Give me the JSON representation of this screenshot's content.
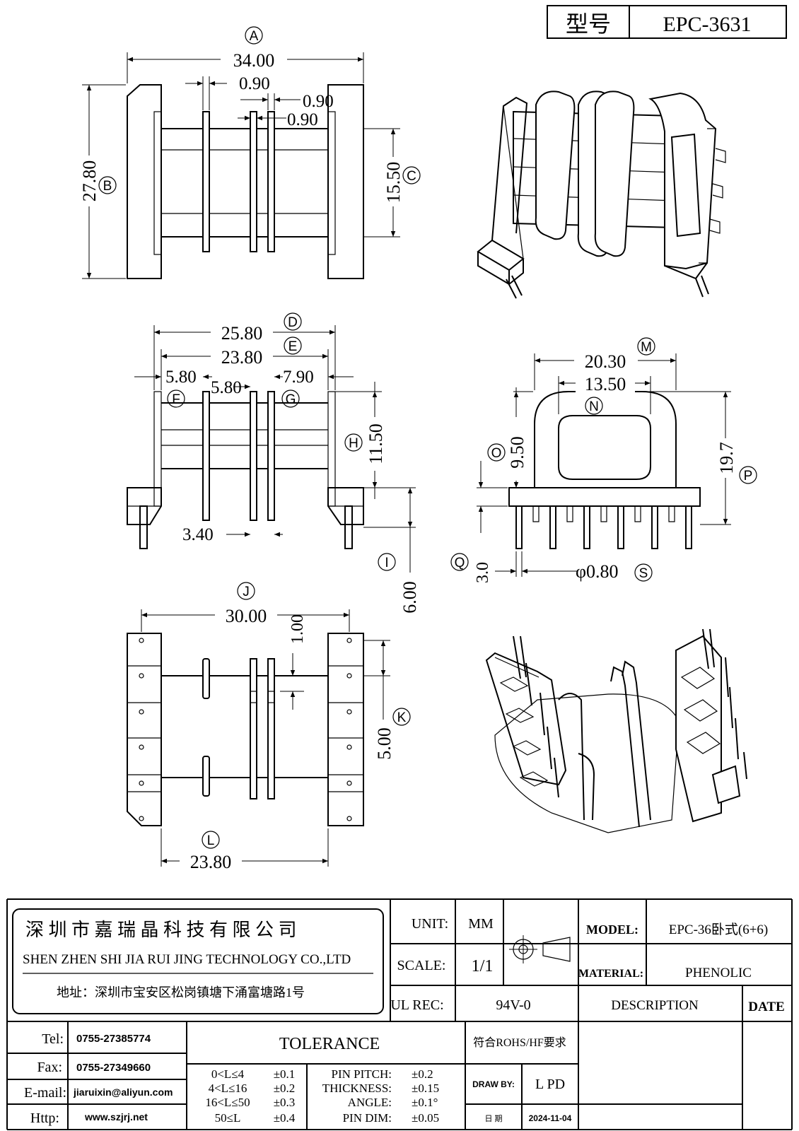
{
  "title_block": {
    "model_label": "型号",
    "model_value": "EPC-3631"
  },
  "views": {
    "top": {
      "A": {
        "letter": "A",
        "value": "34.00"
      },
      "B": {
        "letter": "B",
        "value": "27.80"
      },
      "C": {
        "letter": "C",
        "value": "15.50"
      },
      "w1": "0.90",
      "w2": "0.90",
      "w3": "0.90"
    },
    "front": {
      "D": {
        "letter": "D",
        "value": "25.80"
      },
      "E": {
        "letter": "E",
        "value": "23.80"
      },
      "F": {
        "letter": "F",
        "value": "5.80"
      },
      "F2": "5.80",
      "G": {
        "letter": "G",
        "value": "7.90"
      },
      "H": {
        "letter": "H",
        "value": "11.50"
      },
      "I": {
        "letter": "I",
        "value": "6.00"
      },
      "pin_gap": "3.40"
    },
    "side": {
      "M": {
        "letter": "M",
        "value": "20.30"
      },
      "N": {
        "letter": "N",
        "value": "13.50"
      },
      "O": {
        "letter": "O",
        "value": "9.50"
      },
      "P": {
        "letter": "P",
        "value": "19.7"
      },
      "Q": {
        "letter": "Q",
        "value": "3.0"
      },
      "S": {
        "letter": "S",
        "value": "φ0.80"
      }
    },
    "bottom": {
      "J": {
        "letter": "J",
        "value": "30.00"
      },
      "K": {
        "letter": "K",
        "value": "5.00"
      },
      "L": {
        "letter": "L",
        "value": "23.80"
      },
      "slot": "1.00"
    }
  },
  "company": {
    "name_cn": "深 圳 市 嘉 瑞 晶 科 技 有 限 公 司",
    "name_en": "SHEN ZHEN SHI   JIA RUI JING   TECHNOLOGY CO.,LTD",
    "address": "地址：深圳市宝安区松岗镇塘下涌富塘路1号"
  },
  "spec": {
    "unit_label": "UNIT:",
    "unit_value": "MM",
    "scale_label": "SCALE:",
    "scale_value": "1/1",
    "ul_label": "UL REC:",
    "ul_value": "94V-0",
    "model_label": "MODEL:",
    "model_value": "EPC-36卧式(6+6)",
    "material_label": "MATERIAL:",
    "material_value": "PHENOLIC",
    "description_label": "DESCRIPTION",
    "date_label": "DATE"
  },
  "contact": {
    "tel_label": "Tel:",
    "tel": "0755-27385774",
    "fax_label": "Fax:",
    "fax": "0755-27349660",
    "email_label": "E-mail:",
    "email": "jiaruixin@aliyun.com",
    "http_label": "Http:",
    "http": "www.szjrj.net"
  },
  "tolerance": {
    "title": "TOLERANCE",
    "rows": [
      {
        "range": "0<L≤4",
        "tol": "±0.1",
        "item": "PIN PITCH:",
        "item_tol": "±0.2"
      },
      {
        "range": "4<L≤16",
        "tol": "±0.2",
        "item": "THICKNESS:",
        "item_tol": "±0.15"
      },
      {
        "range": "16<L≤50",
        "tol": "±0.3",
        "item": "ANGLE:",
        "item_tol": "±0.1°"
      },
      {
        "range": "50≤L",
        "tol": "±0.4",
        "item": "PIN DIM:",
        "item_tol": "±0.05"
      }
    ],
    "rohs": "符合ROHS/HF要求"
  },
  "sign": {
    "draw_label": "DRAW BY:",
    "draw_value": "L PD",
    "date_label": "日 期",
    "date_value": "2024-11-04"
  }
}
